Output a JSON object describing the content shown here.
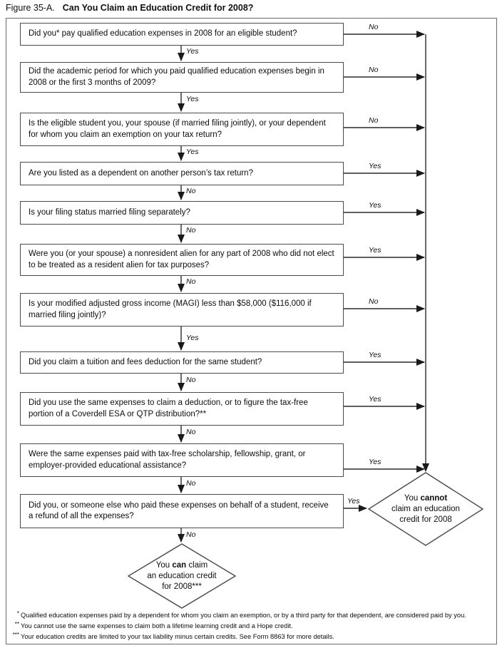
{
  "title": {
    "prefix": "Figure 35-A.",
    "main": "Can You Claim an Education Credit for 2008?"
  },
  "flow": {
    "questions": [
      {
        "text": "Did you* pay qualified education expenses in 2008 for an eligible student?",
        "right_label": "No",
        "down_label": "Yes"
      },
      {
        "text": "Did the academic period for which you paid qualified education expenses begin in 2008 or the first 3 months of 2009?",
        "right_label": "No",
        "down_label": "Yes"
      },
      {
        "text": "Is the eligible student you, your spouse (if married filing jointly), or your dependent for whom you claim an exemption on your tax return?",
        "right_label": "No",
        "down_label": "Yes"
      },
      {
        "text": "Are you listed as a dependent on another person’s tax return?",
        "right_label": "Yes",
        "down_label": "No"
      },
      {
        "text": "Is your filing status married filing separately?",
        "right_label": "Yes",
        "down_label": "No"
      },
      {
        "text": "Were you (or your spouse) a nonresident alien for any part of 2008 who did not elect to be treated as a resident alien for tax purposes?",
        "right_label": "Yes",
        "down_label": "No"
      },
      {
        "text": "Is your modified adjusted gross income (MAGI) less than $58,000 ($116,000 if married filing jointly)?",
        "right_label": "No",
        "down_label": "Yes"
      },
      {
        "text": "Did you claim a tuition and fees deduction for the same student?",
        "right_label": "Yes",
        "down_label": "No"
      },
      {
        "text": "Did you use the same expenses to claim a deduction, or to figure the tax-free portion of a Coverdell ESA or QTP distribution?**",
        "right_label": "Yes",
        "down_label": "No"
      },
      {
        "text": "Were the same expenses paid with tax-free scholarship, fellowship, grant, or employer-provided educational assistance?",
        "right_label": "Yes",
        "down_label": "No"
      },
      {
        "text": "Did you, or someone else who paid these expenses on behalf of a student, receive a refund of all the expenses?",
        "right_label": "Yes",
        "down_label": "No"
      }
    ],
    "outcome_cannot": {
      "line1_pre": "You ",
      "line1_bold": "cannot",
      "line2": "claim an education",
      "line3": "credit for 2008"
    },
    "outcome_can": {
      "line1_pre": "You ",
      "line1_bold": "can",
      "line1_post": " claim",
      "line2": "an education credit",
      "line3": "for 2008***"
    }
  },
  "footnotes": [
    {
      "marker": "*",
      "text": "Qualified education expenses paid by a dependent for whom you claim an exemption, or by a third party for that dependent, are considered paid by you."
    },
    {
      "marker": "**",
      "text": "You cannot use the same expenses to claim both a lifetime learning credit and a Hope credit."
    },
    {
      "marker": "***",
      "text": "Your education credits are limited to your tax liability minus certain credits. See Form 8863 for more details."
    }
  ]
}
